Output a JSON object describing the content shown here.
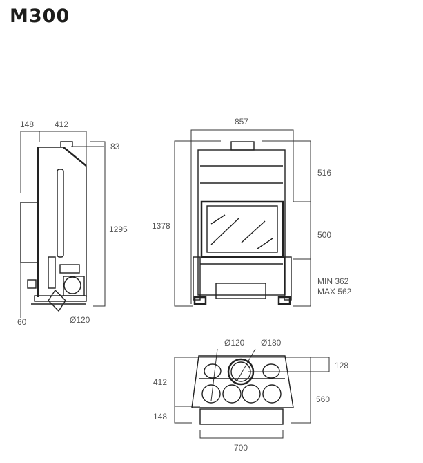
{
  "title": "M300",
  "side_view": {
    "dim_left": "148",
    "dim_depth": "412",
    "dim_top": "83",
    "dim_height": "1295",
    "dim_bottom": "60",
    "dim_flue": "Ø120"
  },
  "front_view": {
    "dim_width": "857",
    "dim_height": "1378",
    "dim_upper": "516",
    "dim_glass": "500",
    "dim_min": "MIN 362",
    "dim_max": "MAX 562"
  },
  "top_view": {
    "dim_small_flue": "Ø120",
    "dim_large_flue": "Ø180",
    "dim_offset": "128",
    "dim_depth": "412",
    "dim_front": "148",
    "dim_total_depth": "560",
    "dim_width": "700"
  }
}
